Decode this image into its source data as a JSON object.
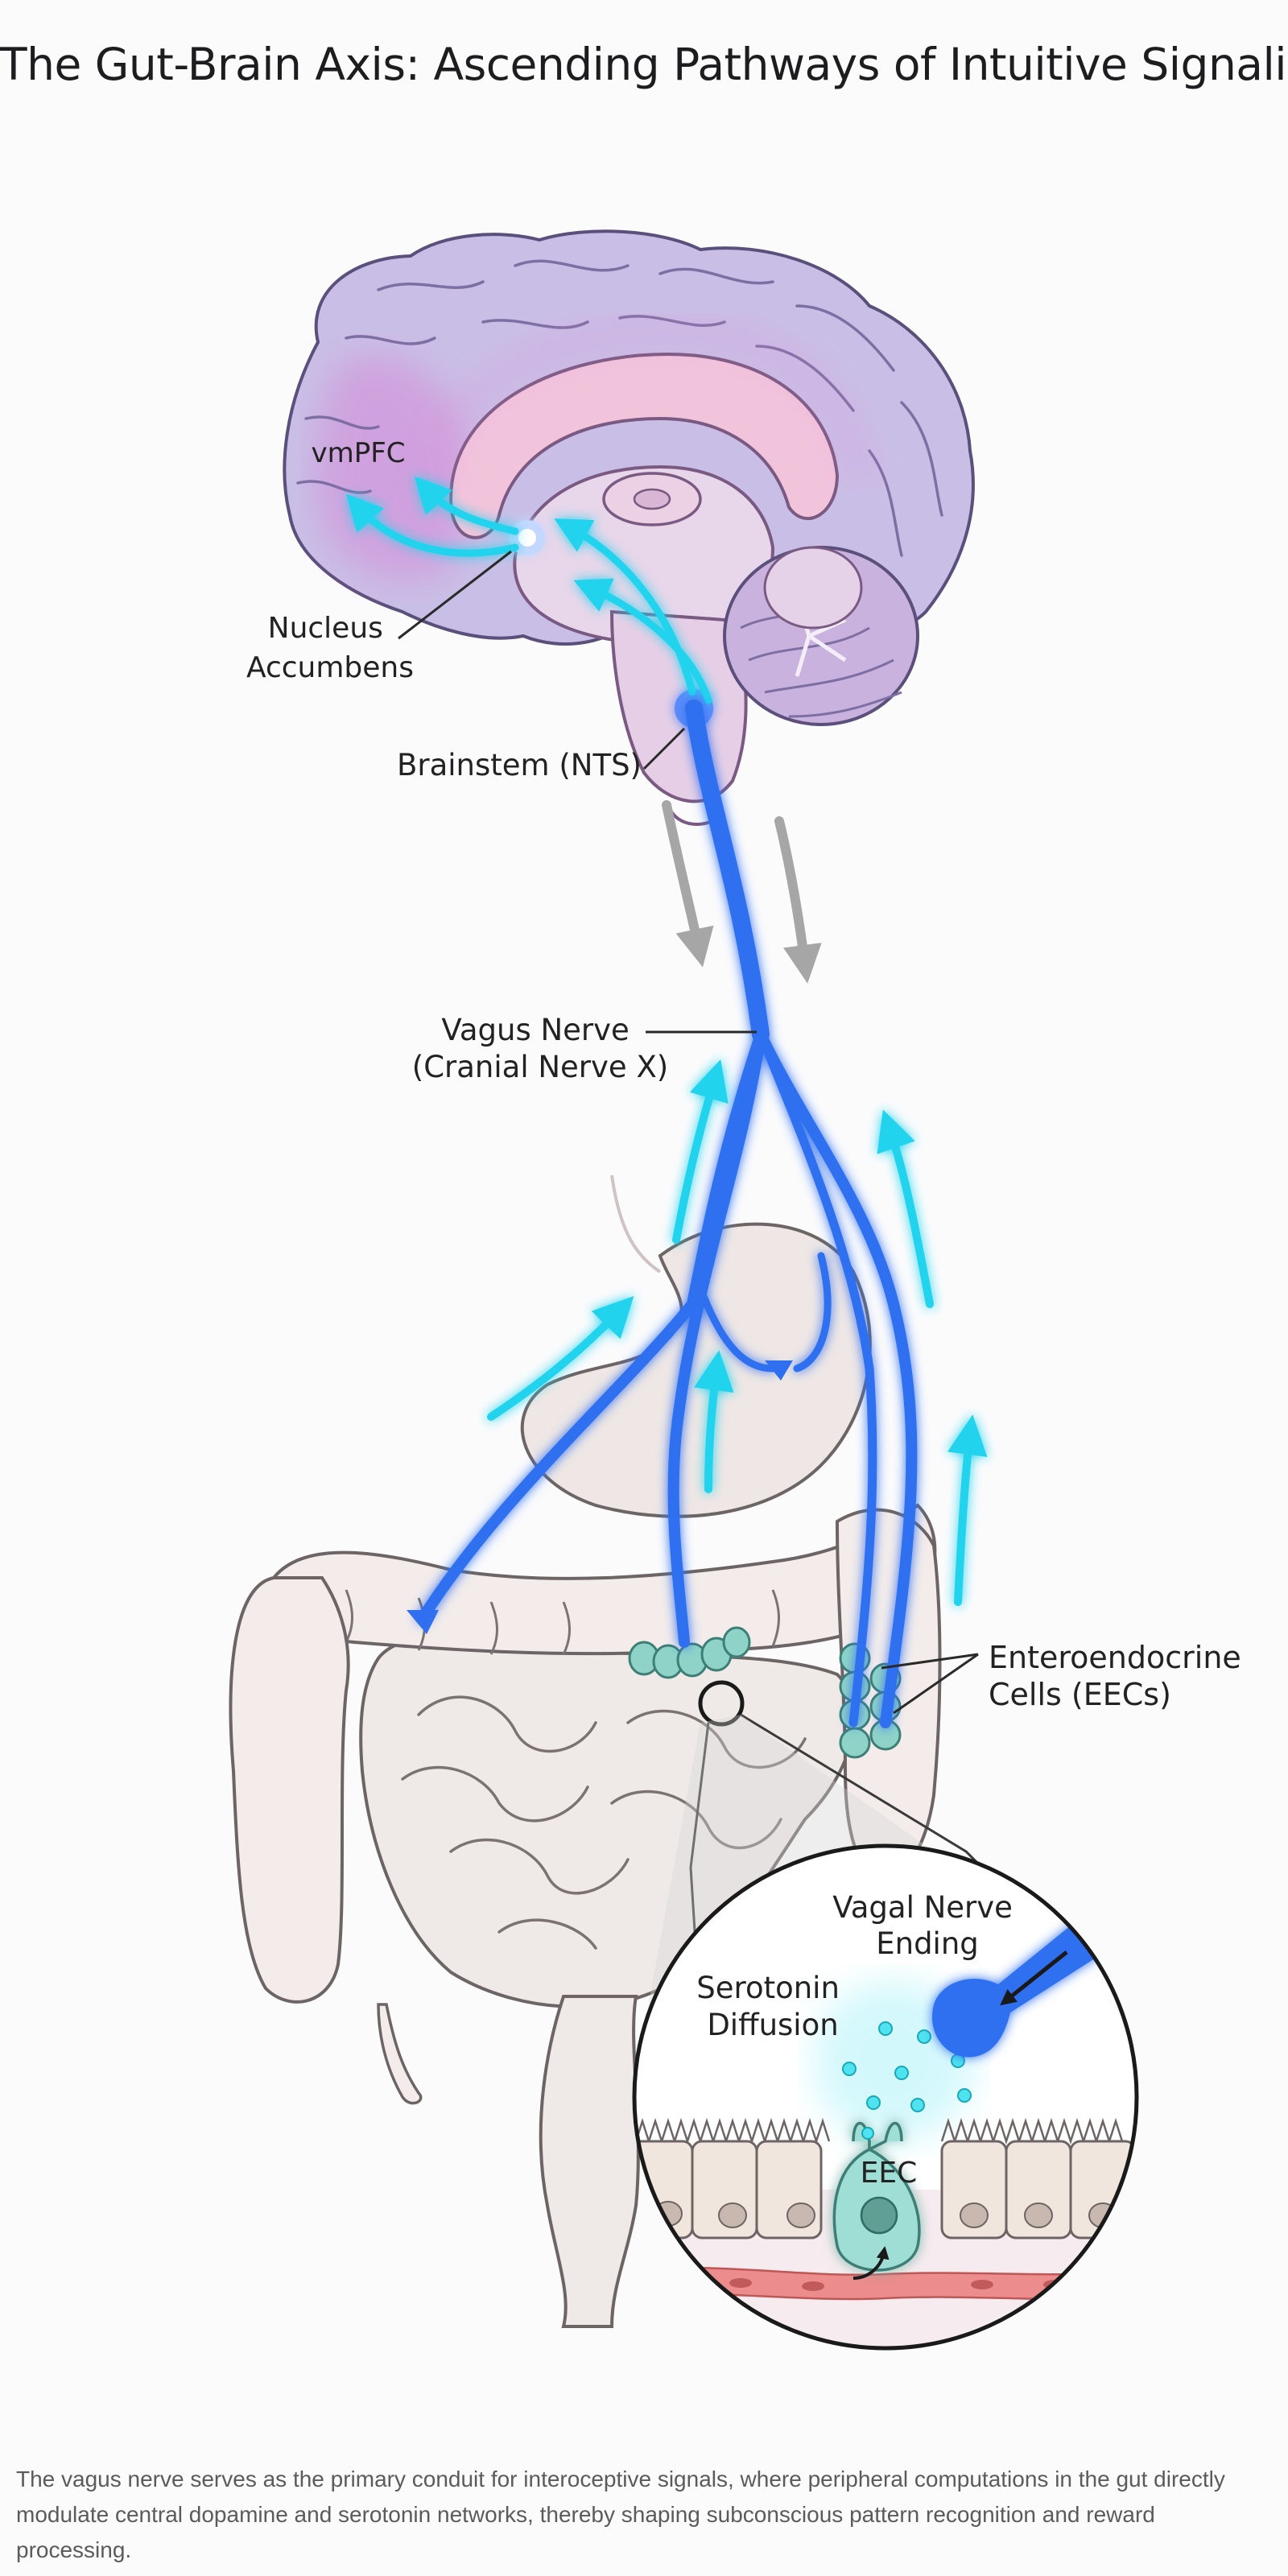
{
  "title": "The Gut-Brain Axis: Ascending Pathways of Intuitive Signaling",
  "labels": {
    "vmpfc": "vmPFC",
    "nucleus_accumbens": [
      "Nucleus",
      "Accumbens"
    ],
    "brainstem": "Brainstem (NTS)",
    "vagus_nerve": [
      "Vagus Nerve",
      "(Cranial Nerve X)"
    ],
    "eecs": [
      "Enteroendocrine",
      "Cells (EECs)"
    ],
    "vagal_ending": [
      "Vagal Nerve",
      "Ending"
    ],
    "serotonin": [
      "Serotonin",
      "Diffusion"
    ],
    "eec": "EEC"
  },
  "caption": "The vagus nerve serves as the primary conduit for interoceptive signals, where peripheral computations in the gut directly modulate central dopamine and serotonin networks, thereby shaping subconscious pattern recognition and reward processing.",
  "colors": {
    "nerve": "#2f6ff0",
    "signal_arrow": "#22d3ee",
    "efferent_arrow": "#a6a6a6",
    "brain": "#c8bde6",
    "brain_highlight": "#d58ad8",
    "gut": "#efe7e5",
    "eec_cells": "#8fd3c8"
  },
  "icons": [
    "ascending-signal-arrow-icon",
    "descending-arrow-icon",
    "callout-circle-icon",
    "nerve-terminal-icon"
  ]
}
